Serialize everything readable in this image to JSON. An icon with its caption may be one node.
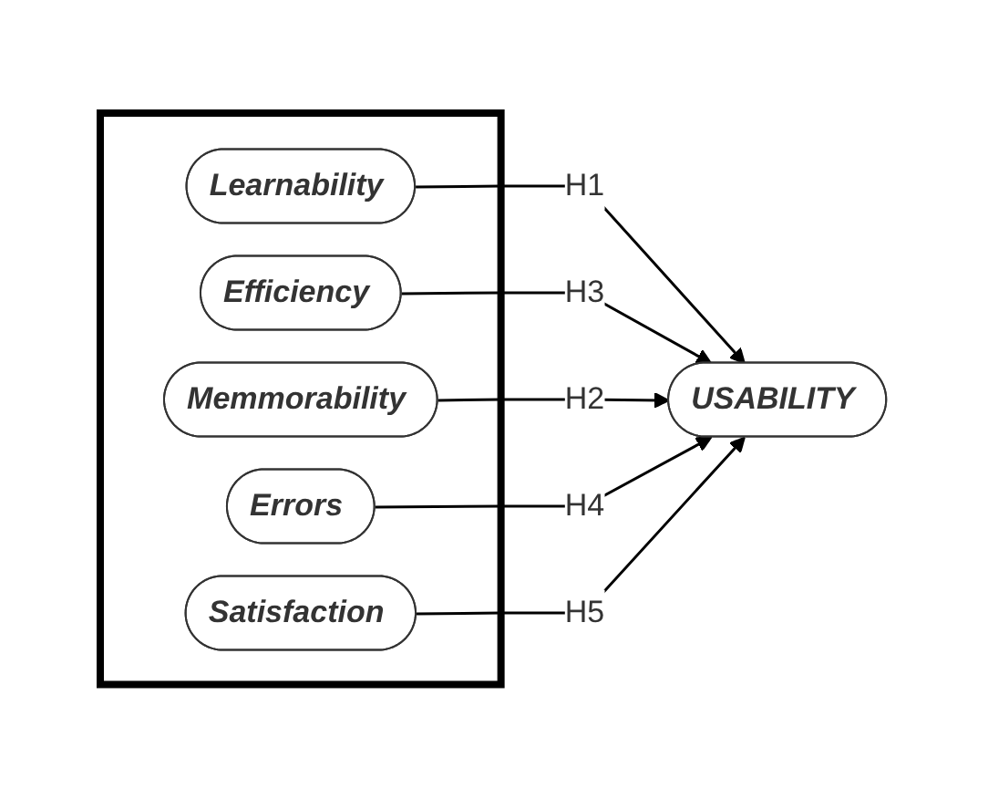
{
  "diagram": {
    "nodes": [
      {
        "text": [],
        "shape": "box"
      },
      {
        "text": [
          "Learnability"
        ],
        "in": 0
      },
      {
        "text": [
          "Efficiency"
        ],
        "in": 0
      },
      {
        "text": [
          "Memmorability"
        ],
        "in": 0
      },
      {
        "text": [
          "Errors"
        ],
        "in": 0
      },
      {
        "text": [
          "Satisfaction"
        ],
        "in": 0
      },
      {
        "text": [
          "USABILITY"
        ]
      }
    ],
    "edges": [
      {
        "from": 1,
        "to": 6,
        "arrow": "to",
        "label": "H1"
      },
      {
        "from": 2,
        "to": 6,
        "arrow": "to",
        "label": "H3"
      },
      {
        "from": 3,
        "to": 6,
        "arrow": "to",
        "label": "H2"
      },
      {
        "from": 4,
        "to": 6,
        "arrow": "to",
        "label": "H4"
      },
      {
        "from": 5,
        "to": 6,
        "arrow": "to",
        "label": "H5"
      }
    ]
  }
}
